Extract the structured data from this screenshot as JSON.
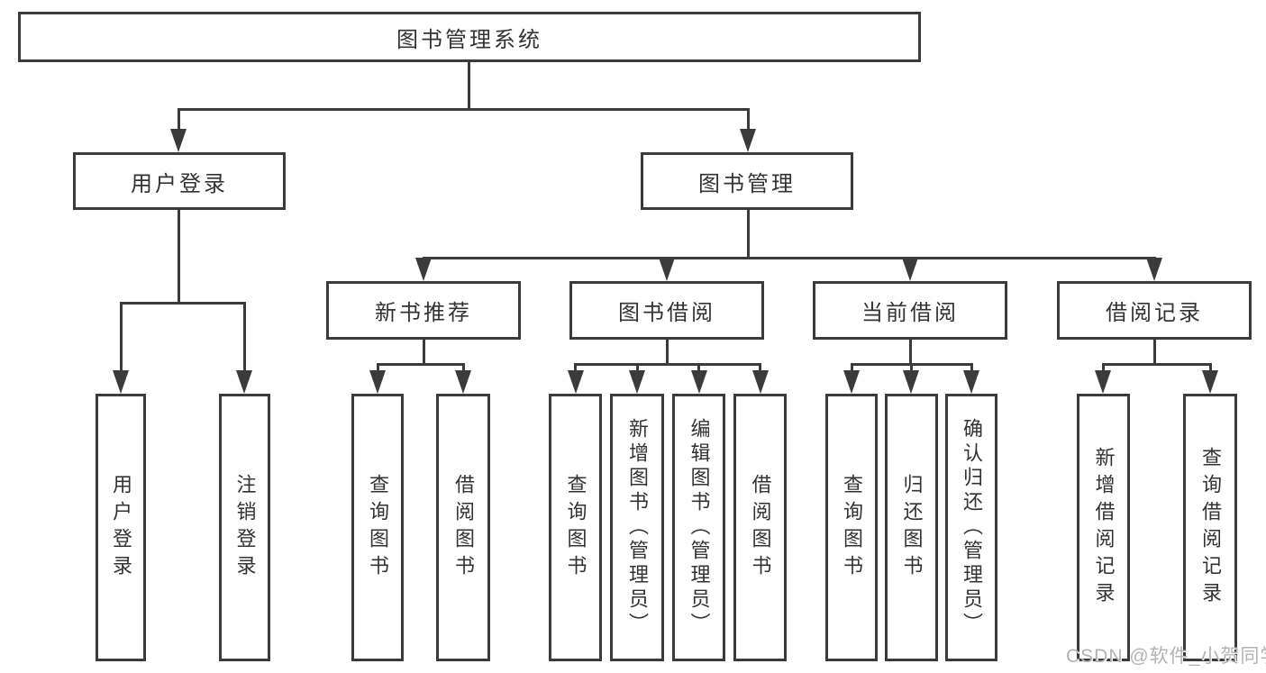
{
  "diagram": {
    "tree": {
      "label": "图书管理系统",
      "children": [
        {
          "label": "用户登录",
          "children": [
            {
              "label": "用户登录"
            },
            {
              "label": "注销登录"
            }
          ]
        },
        {
          "label": "图书管理",
          "children": [
            {
              "label": "新书推荐",
              "children": [
                {
                  "label": "查询图书"
                },
                {
                  "label": "借阅图书"
                }
              ]
            },
            {
              "label": "图书借阅",
              "children": [
                {
                  "label": "查询图书"
                },
                {
                  "label": "新增图书（管理员）"
                },
                {
                  "label": "编辑图书（管理员）"
                },
                {
                  "label": "借阅图书"
                }
              ]
            },
            {
              "label": "当前借阅",
              "children": [
                {
                  "label": "查询图书"
                },
                {
                  "label": "归还图书"
                },
                {
                  "label": "确认归还（管理员）"
                }
              ]
            },
            {
              "label": "借阅记录",
              "children": [
                {
                  "label": "新增借阅记录"
                },
                {
                  "label": "查询借阅记录"
                }
              ]
            }
          ]
        }
      ]
    }
  },
  "watermark": {
    "text": "CSDN @软件_小贺同学"
  },
  "colors": {
    "line": "#3b3b3b",
    "text": "#333333",
    "box_background": "#ffffff",
    "page_background": "#ffffff",
    "watermark": "#b3b3b3"
  }
}
